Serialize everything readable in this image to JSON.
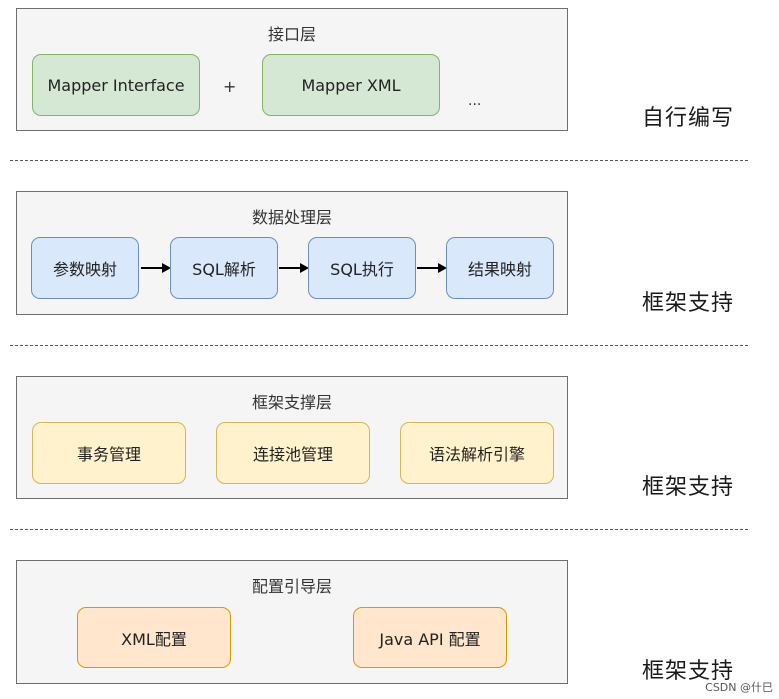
{
  "layers": {
    "interface": {
      "title": "接口层",
      "items": [
        "Mapper Interface",
        "Mapper XML"
      ],
      "plus": "+",
      "ellipsis": "...",
      "side_label": "自行编写"
    },
    "data_processing": {
      "title": "数据处理层",
      "items": [
        "参数映射",
        "SQL解析",
        "SQL执行",
        "结果映射"
      ],
      "side_label": "框架支持"
    },
    "framework_support": {
      "title": "框架支撑层",
      "items": [
        "事务管理",
        "连接池管理",
        "语法解析引擎"
      ],
      "side_label": "框架支持"
    },
    "config": {
      "title": "配置引导层",
      "items": [
        "XML配置",
        "Java API 配置"
      ],
      "side_label": "框架支持"
    }
  },
  "credit": "CSDN @什巳",
  "colors": {
    "green_fill": "#d5e8d4",
    "green_stroke": "#82b366",
    "blue_fill": "#dae8fc",
    "blue_stroke": "#6c8ebf",
    "yellow_fill": "#fff2cc",
    "yellow_stroke": "#d6b656",
    "orange_fill": "#ffe6cc",
    "orange_stroke": "#d79b00",
    "layer_fill": "#f5f5f5",
    "layer_stroke": "#6f6f6f"
  }
}
